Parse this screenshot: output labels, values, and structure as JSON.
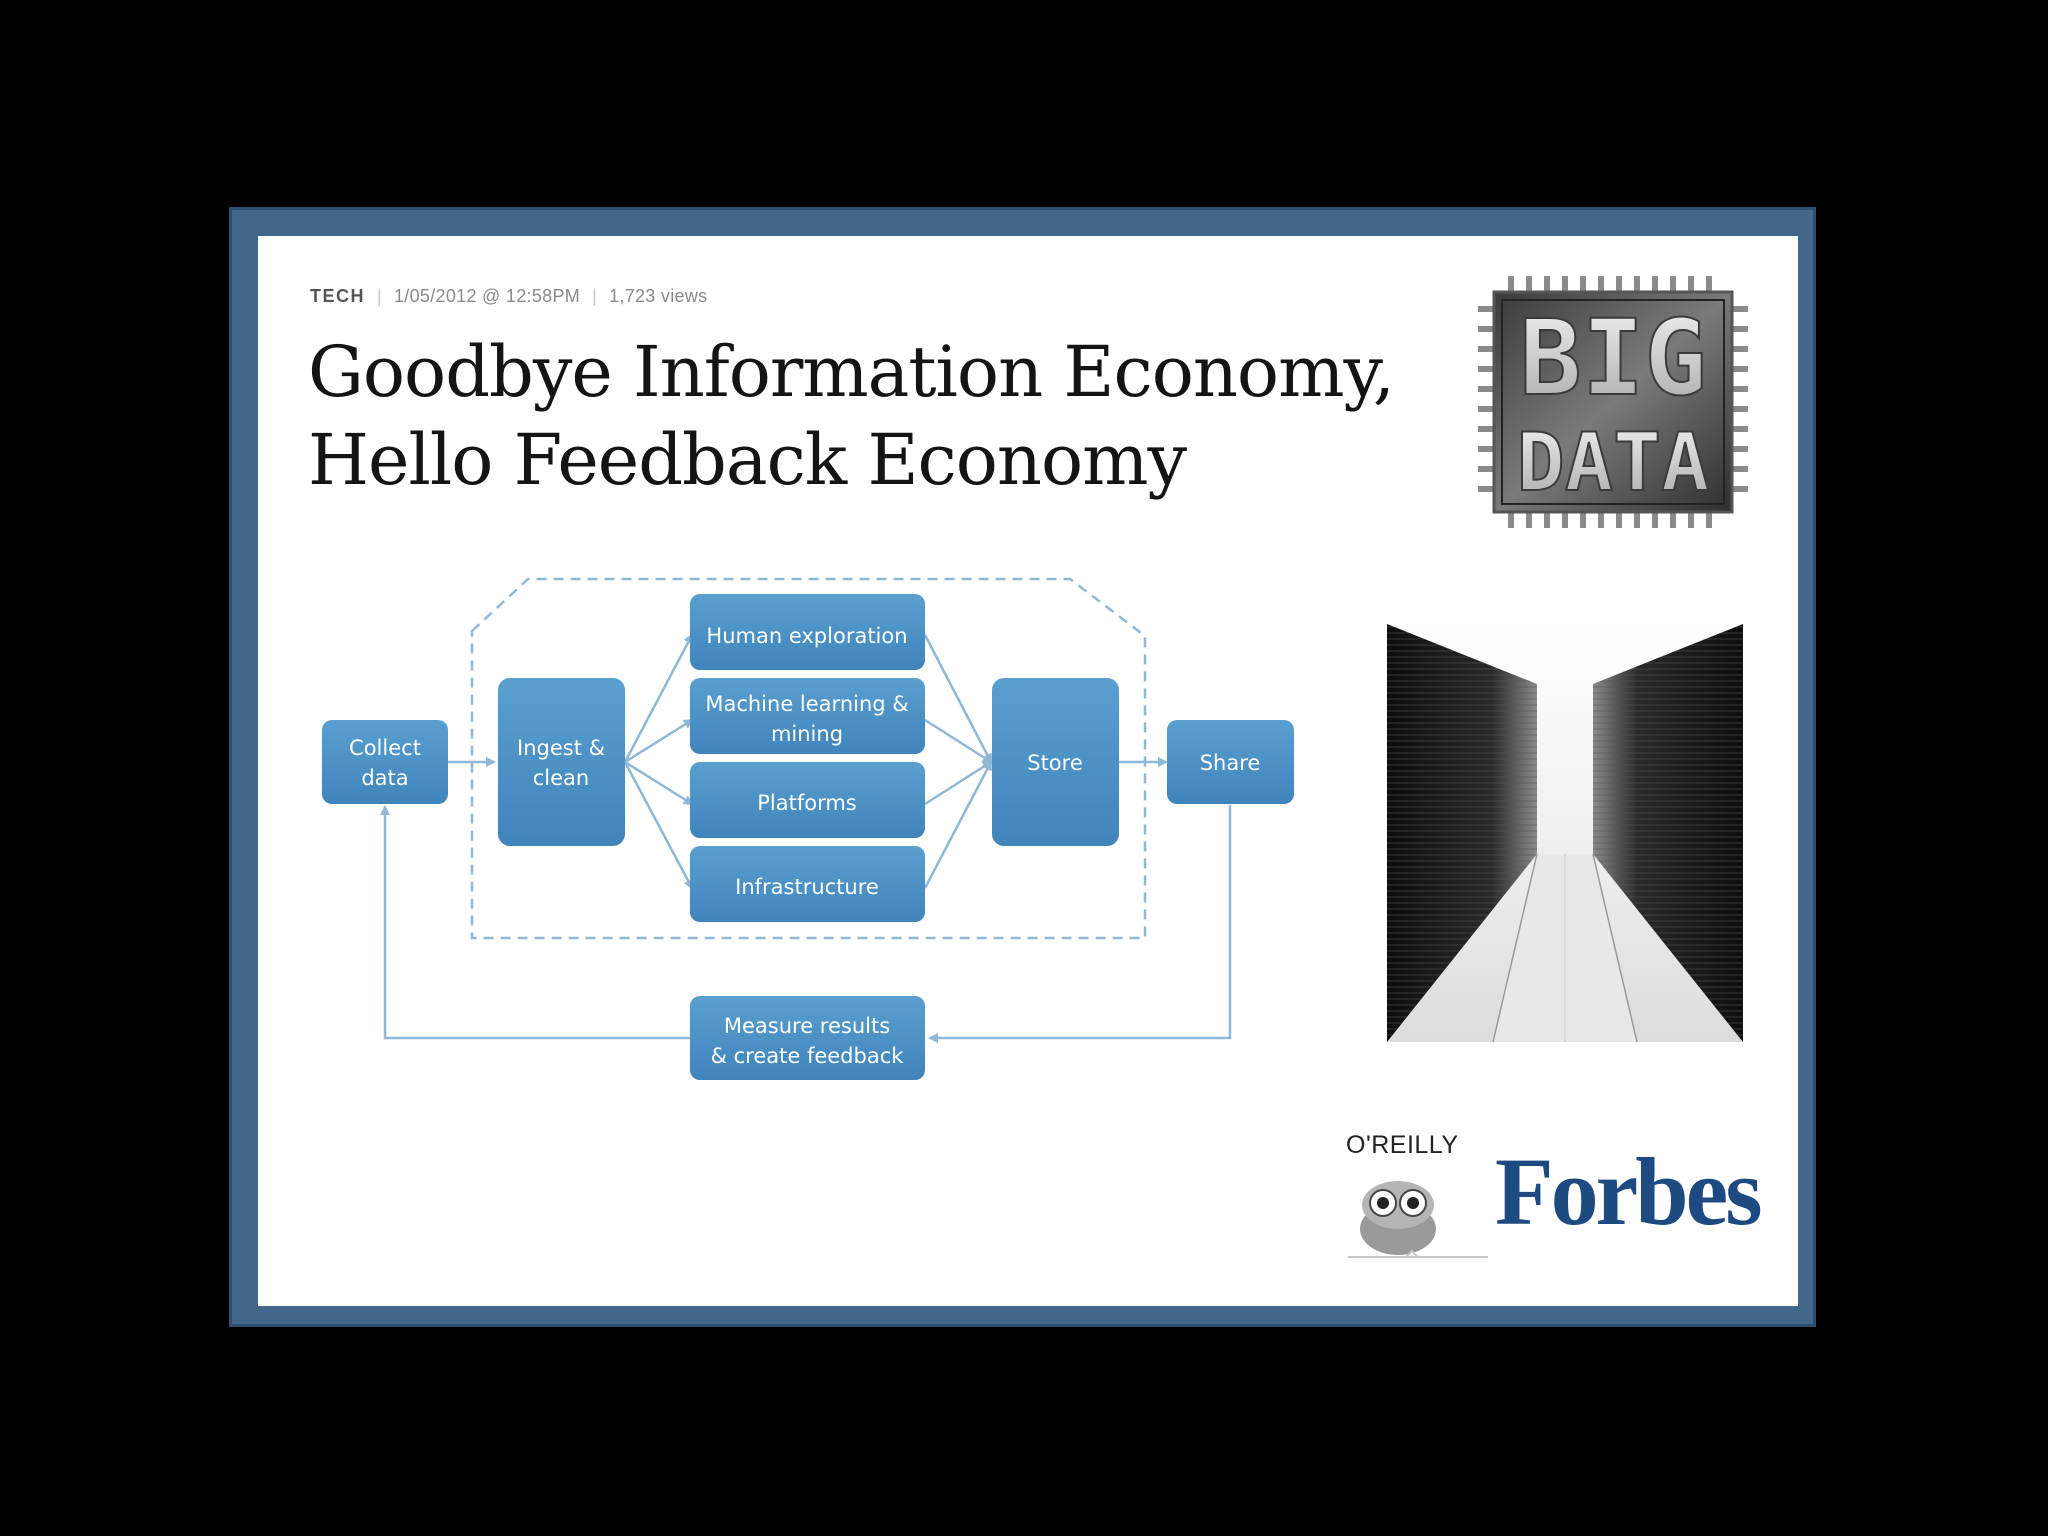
{
  "article": {
    "section": "TECH",
    "date": "1/05/2012 @ 12:58PM",
    "views": "1,723 views",
    "title_line1": "Goodbye Information Economy,",
    "title_line2": "Hello Feedback Economy"
  },
  "diagram": {
    "nodes": {
      "collect": [
        "Collect",
        "data"
      ],
      "ingest": [
        "Ingest &",
        "clean"
      ],
      "human": [
        "Human exploration"
      ],
      "ml": [
        "Machine learning &",
        "mining"
      ],
      "platforms": [
        "Platforms"
      ],
      "infrastructure": [
        "Infrastructure"
      ],
      "store": [
        "Store"
      ],
      "share": [
        "Share"
      ],
      "measure": [
        "Measure results",
        "& create feedback"
      ]
    }
  },
  "logos": {
    "bigdata": "BIG DATA",
    "oreilly": "O'REILLY",
    "forbes": "Forbes"
  },
  "colors": {
    "frame": "#43678b",
    "node_fill": "#4a90c4",
    "arrow": "#8fb8d6",
    "forbes": "#1e4a82"
  }
}
